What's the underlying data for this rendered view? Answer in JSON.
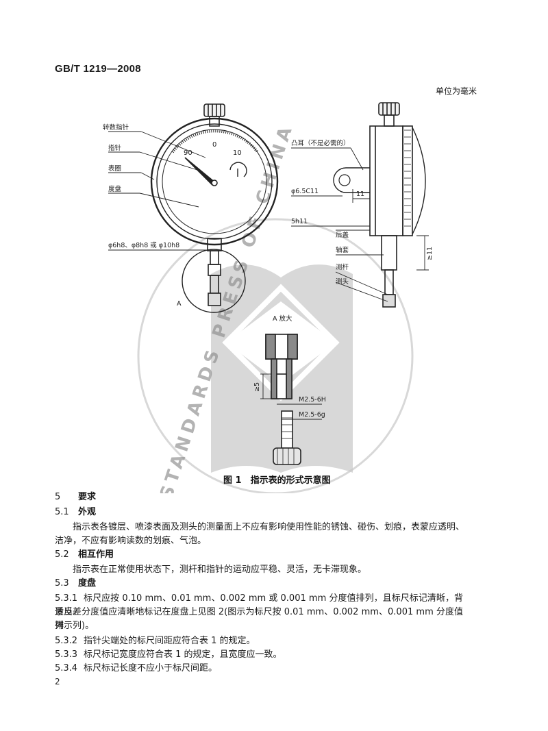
{
  "header": {
    "standard_code": "GB/T 1219—2008"
  },
  "figure": {
    "unit_note": "单位为毫米",
    "watermark": "STANDARDS PRESS OF CHINA",
    "caption": "图 1　指示表的形式示意图",
    "front_labels": {
      "rev_pointer": "转数指针",
      "pointer": "指针",
      "bezel": "表圈",
      "dial": "度盘",
      "stem_tol": "φ6h8、φ8h8 或 φ10h8",
      "detail_ref": "A"
    },
    "dial_numbers": {
      "left": "90",
      "top": "0",
      "right": "10"
    },
    "side_labels": {
      "lug": "凸耳（不是必需的）",
      "lug_dia": "φ6.5C11",
      "lug_dim": "11",
      "back_width": "5h11",
      "back_cover": "后盖",
      "sleeve": "轴套",
      "spindle": "测杆",
      "contact": "测头",
      "stem_len": "≥11"
    },
    "detail_labels": {
      "title": "A 放大",
      "depth": "≥5",
      "thread_internal": "M2.5-6H",
      "thread_external": "M2.5-6g"
    }
  },
  "body": {
    "sec5": {
      "num": "5",
      "title": "要求"
    },
    "sec5_1": {
      "num": "5.1",
      "title": "外观"
    },
    "p5_1_a": "指示表各镀层、喷漆表面及测头的测量面上不应有影响使用性能的锈蚀、碰伤、划痕，表蒙应透明、",
    "p5_1_b": "洁净，不应有影响读数的划痕、气泡。",
    "sec5_2": {
      "num": "5.2",
      "title": "相互作用"
    },
    "p5_2": "指示表在正常使用状态下，测杆和指针的运动应平稳、灵活，无卡滞现象。",
    "sec5_3": {
      "num": "5.3",
      "title": "度盘"
    },
    "p5_3_1_num": "5.3.1",
    "p5_3_1_a": "标尺应按 0.10 mm、0.01 mm、0.002 mm 或 0.001 mm 分度值排列，且标尺标记清晰，背景反差",
    "p5_3_1_b": "适当。分度值应清晰地标记在度盘上见图 2(图示为标尺按 0.01 mm、0.002 mm、0.001 mm 分度值排",
    "p5_3_1_c": "列示列)。",
    "p5_3_2_num": "5.3.2",
    "p5_3_2": "指针尖端处的标尺间距应符合表 1 的规定。",
    "p5_3_3_num": "5.3.3",
    "p5_3_3": "标尺标记宽度应符合表 1 的规定，且宽度应一致。",
    "p5_3_4_num": "5.3.4",
    "p5_3_4": "标尺标记长度不应小于标尺间距。"
  },
  "footer": {
    "page_number": "2"
  }
}
